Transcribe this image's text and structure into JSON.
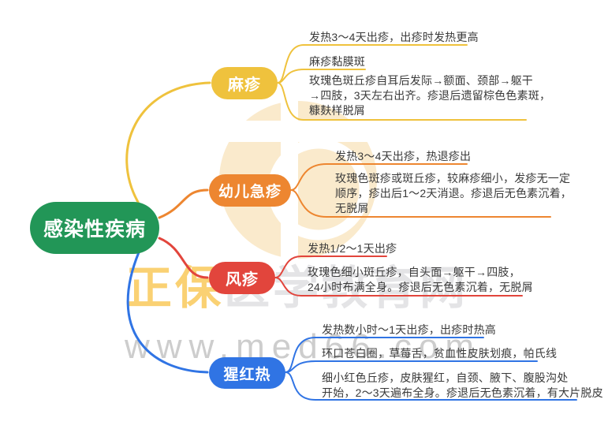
{
  "root": {
    "label": "感染性疾病"
  },
  "branches": [
    {
      "label": "麻疹",
      "color": "#EFC23D",
      "leaves": [
        {
          "text": "发热3～4天出疹，出疹时发热更高"
        },
        {
          "text": "麻疹黏膜斑"
        },
        {
          "text": "玫瑰色斑丘疹自耳后发际→额面、颈部→躯干\n→四肢，3天左右出齐。疹退后遗留棕色色素斑，\n糠麸样脱屑"
        }
      ]
    },
    {
      "label": "幼儿急疹",
      "color": "#ED8630",
      "leaves": [
        {
          "text": "发热3～4天出疹，热退疹出"
        },
        {
          "text": "玫瑰色斑疹或斑丘疹，较麻疹细小，发疹无一定\n顺序，疹出后1～2天消退。疹退后无色素沉着，\n无脱屑"
        }
      ]
    },
    {
      "label": "风疹",
      "color": "#E2453C",
      "leaves": [
        {
          "text": "发热1/2～1天出疹"
        },
        {
          "text": "玫瑰色细小斑丘疹，自头面→躯干→四肢，\n24小时布满全身。疹退后无色素沉着，无脱屑"
        }
      ]
    },
    {
      "label": "猩红热",
      "color": "#3074E4",
      "leaves": [
        {
          "text": "发热数小时～1天出疹，出疹时热高"
        },
        {
          "text": "环口苍白圈，草莓舌，贫血性皮肤划痕，帕氏线"
        },
        {
          "text": "细小红色丘疹，皮肤猩红，自颈、腋下、腹股沟处\n开始，2～3天遍布全身。疹退后无色素沉着，有大片脱皮"
        }
      ]
    }
  ],
  "watermark": {
    "brand_left": "正保",
    "brand_right": "医学教育网",
    "url": "www.med66.com",
    "logo_icon": "zhengbao-circle-logo"
  },
  "colors": {
    "root": "#229657",
    "branch_measles": "#EFC23D",
    "branch_roseola": "#ED8630",
    "branch_rubella": "#E2453C",
    "branch_scarlet": "#3074E4",
    "leaf_text": "#3A3A3A",
    "watermark_gold": "#FAD173",
    "watermark_gray": "#E4E4E6",
    "watermark_url": "#CDCDCD",
    "logo_fill": "#F9E2B9"
  }
}
